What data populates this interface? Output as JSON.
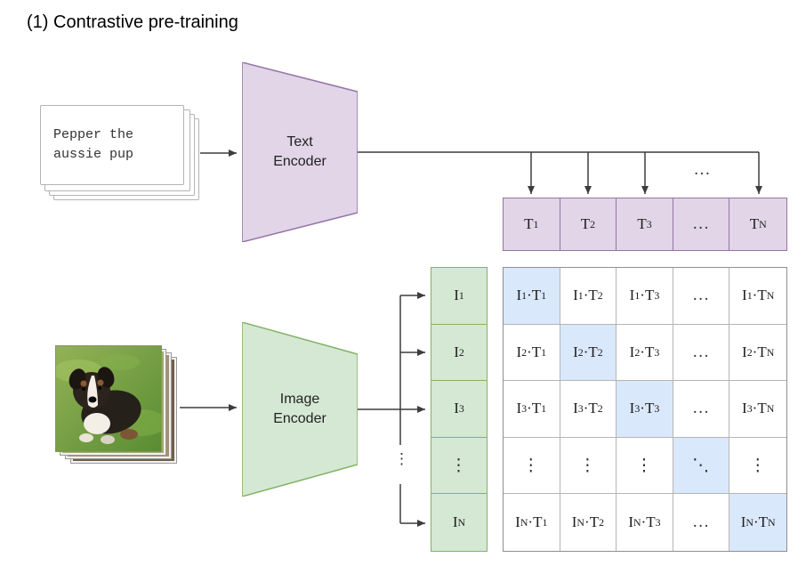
{
  "title": "(1) Contrastive pre-training",
  "colors": {
    "purple_fill": "#e1d5e7",
    "purple_border": "#9673a6",
    "green_fill": "#d5e8d4",
    "green_border": "#82b366",
    "blue_diag_fill": "#dae8fc",
    "grid_border": "#b5b5b5",
    "arrow": "#3d3d3d"
  },
  "text_input": {
    "lines": [
      "Pepper the",
      "aussie pup"
    ]
  },
  "text_encoder": {
    "label_lines": [
      "Text",
      "Encoder"
    ]
  },
  "image_encoder": {
    "label_lines": [
      "Image",
      "Encoder"
    ]
  },
  "branch_ellipsis_horizontal": "…",
  "branch_ellipsis_vertical": "⋮",
  "text_embeddings": [
    "T_1",
    "T_2",
    "T_3",
    "…",
    "T_N"
  ],
  "image_embeddings": [
    "I_1",
    "I_2",
    "I_3",
    "⋮",
    "I_N"
  ],
  "matrix": {
    "diagonal_highlighted": true,
    "rows": [
      [
        "I_1·T_1",
        "I_1·T_2",
        "I_1·T_3",
        "…",
        "I_1·T_N"
      ],
      [
        "I_2·T_1",
        "I_2·T_2",
        "I_2·T_3",
        "…",
        "I_2·T_N"
      ],
      [
        "I_3·T_1",
        "I_3·T_2",
        "I_3·T_3",
        "…",
        "I_3·T_N"
      ],
      [
        "⋮",
        "⋮",
        "⋮",
        "⋱",
        "⋮"
      ],
      [
        "I_N·T_1",
        "I_N·T_2",
        "I_N·T_3",
        "…",
        "I_N·T_N"
      ]
    ]
  }
}
